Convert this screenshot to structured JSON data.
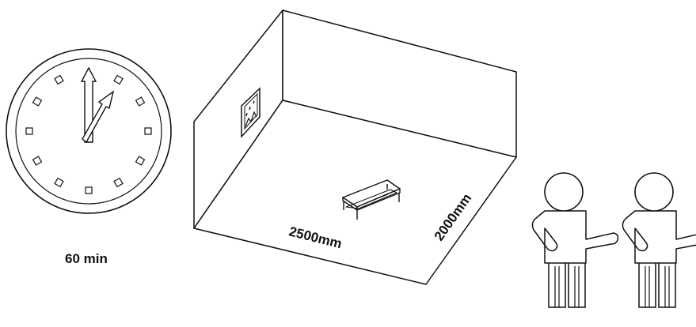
{
  "clock": {
    "duration_label": "60 min"
  },
  "room": {
    "width_label": "2500mm",
    "depth_label": "2000mm"
  },
  "icons": {
    "clock": "clock-icon",
    "room": "room-box",
    "picture": "picture-frame-icon",
    "table": "coffee-table-icon",
    "person": "person-icon"
  },
  "colors": {
    "stroke": "#111111",
    "background": "#ffffff"
  }
}
